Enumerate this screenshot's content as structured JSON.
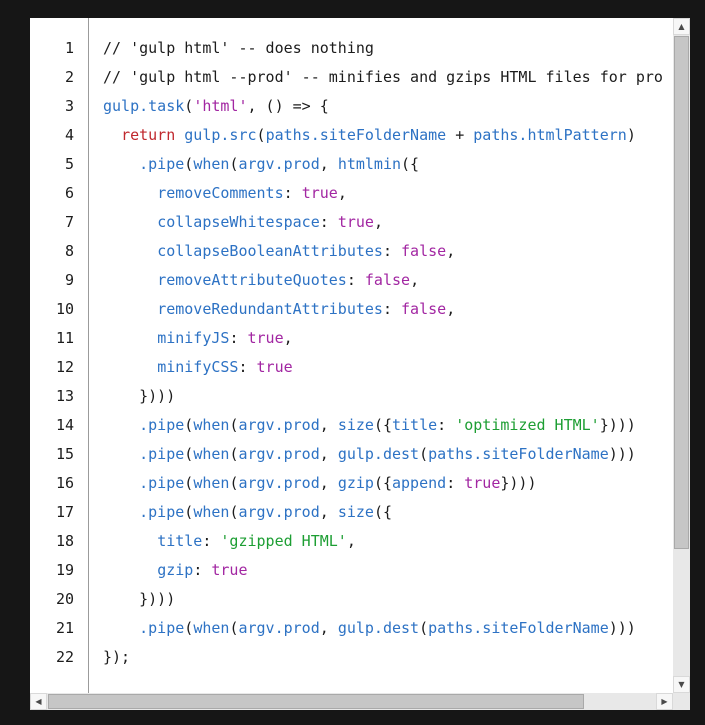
{
  "scrollbar": {
    "up_icon": "▲",
    "down_icon": "▼",
    "left_icon": "◀",
    "right_icon": "▶"
  },
  "code": {
    "colors": {
      "plain": "#1c1c1c",
      "blue": "#2d72c4",
      "red": "#c0282d",
      "purple": "#a226a2",
      "green": "#1d9e33"
    },
    "lines": [
      {
        "n": "1",
        "tokens": [
          [
            "// 'gulp html' -- does nothing",
            "plain"
          ]
        ]
      },
      {
        "n": "2",
        "tokens": [
          [
            "// 'gulp html --prod' -- minifies and gzips HTML files for pro",
            "plain"
          ]
        ]
      },
      {
        "n": "3",
        "tokens": [
          [
            "gulp.task",
            "blue"
          ],
          [
            "(",
            "plain"
          ],
          [
            "'html'",
            "purple"
          ],
          [
            ", () => {",
            "plain"
          ]
        ]
      },
      {
        "n": "4",
        "tokens": [
          [
            "  ",
            "plain"
          ],
          [
            "return",
            "red"
          ],
          [
            " ",
            "plain"
          ],
          [
            "gulp.src",
            "blue"
          ],
          [
            "(",
            "plain"
          ],
          [
            "paths.siteFolderName",
            "blue"
          ],
          [
            " + ",
            "plain"
          ],
          [
            "paths.htmlPattern",
            "blue"
          ],
          [
            ")",
            "plain"
          ]
        ]
      },
      {
        "n": "5",
        "tokens": [
          [
            "    ",
            "plain"
          ],
          [
            ".pipe",
            "blue"
          ],
          [
            "(",
            "plain"
          ],
          [
            "when",
            "blue"
          ],
          [
            "(",
            "plain"
          ],
          [
            "argv.prod",
            "blue"
          ],
          [
            ", ",
            "plain"
          ],
          [
            "htmlmin",
            "blue"
          ],
          [
            "({",
            "plain"
          ]
        ]
      },
      {
        "n": "6",
        "tokens": [
          [
            "      ",
            "plain"
          ],
          [
            "removeComments",
            "blue"
          ],
          [
            ": ",
            "plain"
          ],
          [
            "true",
            "purple"
          ],
          [
            ",",
            "plain"
          ]
        ]
      },
      {
        "n": "7",
        "tokens": [
          [
            "      ",
            "plain"
          ],
          [
            "collapseWhitespace",
            "blue"
          ],
          [
            ": ",
            "plain"
          ],
          [
            "true",
            "purple"
          ],
          [
            ",",
            "plain"
          ]
        ]
      },
      {
        "n": "8",
        "tokens": [
          [
            "      ",
            "plain"
          ],
          [
            "collapseBooleanAttributes",
            "blue"
          ],
          [
            ": ",
            "plain"
          ],
          [
            "false",
            "purple"
          ],
          [
            ",",
            "plain"
          ]
        ]
      },
      {
        "n": "9",
        "tokens": [
          [
            "      ",
            "plain"
          ],
          [
            "removeAttributeQuotes",
            "blue"
          ],
          [
            ": ",
            "plain"
          ],
          [
            "false",
            "purple"
          ],
          [
            ",",
            "plain"
          ]
        ]
      },
      {
        "n": "10",
        "tokens": [
          [
            "      ",
            "plain"
          ],
          [
            "removeRedundantAttributes",
            "blue"
          ],
          [
            ": ",
            "plain"
          ],
          [
            "false",
            "purple"
          ],
          [
            ",",
            "plain"
          ]
        ]
      },
      {
        "n": "11",
        "tokens": [
          [
            "      ",
            "plain"
          ],
          [
            "minifyJS",
            "blue"
          ],
          [
            ": ",
            "plain"
          ],
          [
            "true",
            "purple"
          ],
          [
            ",",
            "plain"
          ]
        ]
      },
      {
        "n": "12",
        "tokens": [
          [
            "      ",
            "plain"
          ],
          [
            "minifyCSS",
            "blue"
          ],
          [
            ": ",
            "plain"
          ],
          [
            "true",
            "purple"
          ]
        ]
      },
      {
        "n": "13",
        "tokens": [
          [
            "    })))",
            "plain"
          ]
        ]
      },
      {
        "n": "14",
        "tokens": [
          [
            "    ",
            "plain"
          ],
          [
            ".pipe",
            "blue"
          ],
          [
            "(",
            "plain"
          ],
          [
            "when",
            "blue"
          ],
          [
            "(",
            "plain"
          ],
          [
            "argv.prod",
            "blue"
          ],
          [
            ", ",
            "plain"
          ],
          [
            "size",
            "blue"
          ],
          [
            "({",
            "plain"
          ],
          [
            "title",
            "blue"
          ],
          [
            ": ",
            "plain"
          ],
          [
            "'optimized HTML'",
            "green"
          ],
          [
            "})))",
            "plain"
          ]
        ]
      },
      {
        "n": "15",
        "tokens": [
          [
            "    ",
            "plain"
          ],
          [
            ".pipe",
            "blue"
          ],
          [
            "(",
            "plain"
          ],
          [
            "when",
            "blue"
          ],
          [
            "(",
            "plain"
          ],
          [
            "argv.prod",
            "blue"
          ],
          [
            ", ",
            "plain"
          ],
          [
            "gulp.dest",
            "blue"
          ],
          [
            "(",
            "plain"
          ],
          [
            "paths.siteFolderName",
            "blue"
          ],
          [
            ")))",
            "plain"
          ]
        ]
      },
      {
        "n": "16",
        "tokens": [
          [
            "    ",
            "plain"
          ],
          [
            ".pipe",
            "blue"
          ],
          [
            "(",
            "plain"
          ],
          [
            "when",
            "blue"
          ],
          [
            "(",
            "plain"
          ],
          [
            "argv.prod",
            "blue"
          ],
          [
            ", ",
            "plain"
          ],
          [
            "gzip",
            "blue"
          ],
          [
            "({",
            "plain"
          ],
          [
            "append",
            "blue"
          ],
          [
            ": ",
            "plain"
          ],
          [
            "true",
            "purple"
          ],
          [
            "})))",
            "plain"
          ]
        ]
      },
      {
        "n": "17",
        "tokens": [
          [
            "    ",
            "plain"
          ],
          [
            ".pipe",
            "blue"
          ],
          [
            "(",
            "plain"
          ],
          [
            "when",
            "blue"
          ],
          [
            "(",
            "plain"
          ],
          [
            "argv.prod",
            "blue"
          ],
          [
            ", ",
            "plain"
          ],
          [
            "size",
            "blue"
          ],
          [
            "({",
            "plain"
          ]
        ]
      },
      {
        "n": "18",
        "tokens": [
          [
            "      ",
            "plain"
          ],
          [
            "title",
            "blue"
          ],
          [
            ": ",
            "plain"
          ],
          [
            "'gzipped HTML'",
            "green"
          ],
          [
            ",",
            "plain"
          ]
        ]
      },
      {
        "n": "19",
        "tokens": [
          [
            "      ",
            "plain"
          ],
          [
            "gzip",
            "blue"
          ],
          [
            ": ",
            "plain"
          ],
          [
            "true",
            "purple"
          ]
        ]
      },
      {
        "n": "20",
        "tokens": [
          [
            "    })))",
            "plain"
          ]
        ]
      },
      {
        "n": "21",
        "tokens": [
          [
            "    ",
            "plain"
          ],
          [
            ".pipe",
            "blue"
          ],
          [
            "(",
            "plain"
          ],
          [
            "when",
            "blue"
          ],
          [
            "(",
            "plain"
          ],
          [
            "argv.prod",
            "blue"
          ],
          [
            ", ",
            "plain"
          ],
          [
            "gulp.dest",
            "blue"
          ],
          [
            "(",
            "plain"
          ],
          [
            "paths.siteFolderName",
            "blue"
          ],
          [
            ")))",
            "plain"
          ]
        ]
      },
      {
        "n": "22",
        "tokens": [
          [
            "});",
            "plain"
          ]
        ]
      }
    ]
  }
}
